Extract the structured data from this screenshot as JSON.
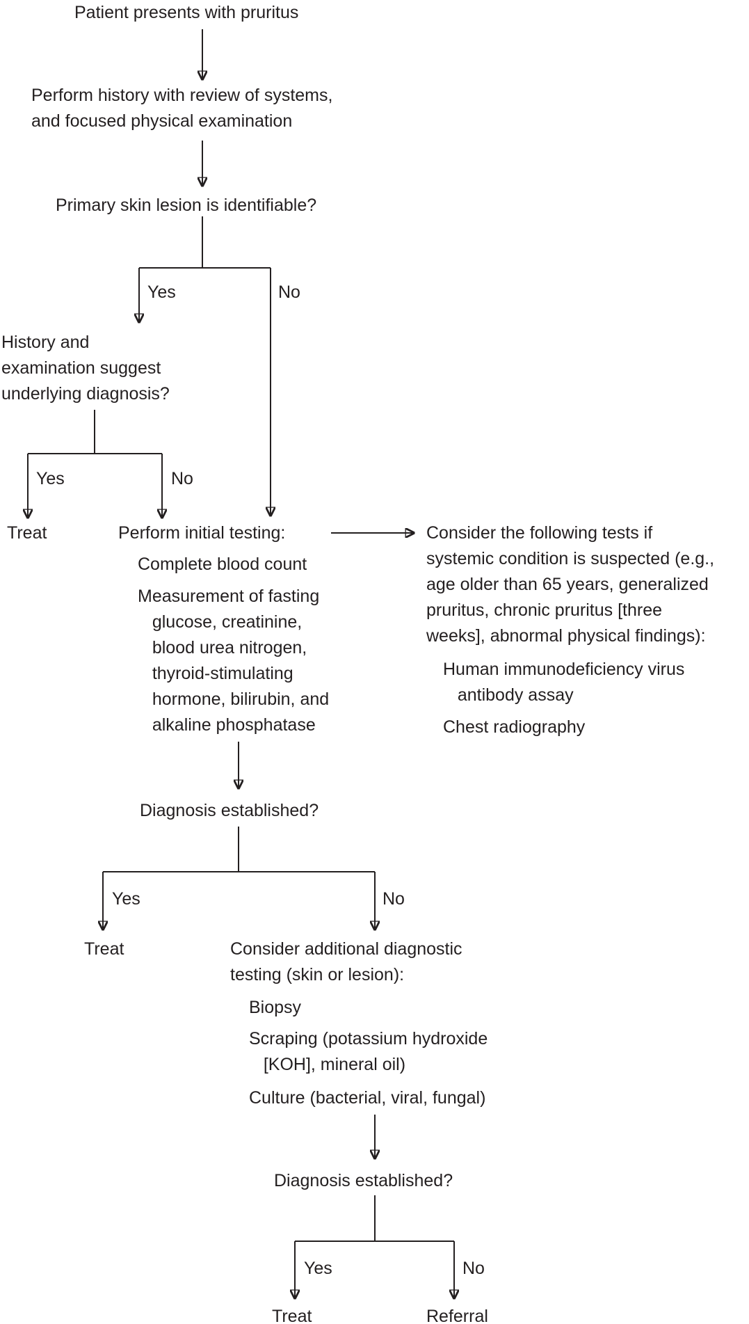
{
  "colors": {
    "text": "#231f20",
    "line": "#231f20",
    "background": "#ffffff"
  },
  "flowchart": {
    "start": "Patient presents with pruritus",
    "history": "Perform history with review of systems,\nand focused physical examination",
    "lesion_question": "Primary skin lesion is identifiable?",
    "branch1": {
      "yes": "Yes",
      "no": "No"
    },
    "underlying_question": "History and\nexamination suggest\nunderlying diagnosis?",
    "branch2": {
      "yes": "Yes",
      "no": "No"
    },
    "treat_1": "Treat",
    "initial_testing": {
      "title": "Perform initial testing:",
      "item_cbc": "Complete blood count",
      "item_measure": "Measurement of fasting\n   glucose, creatinine,\n   blood urea nitrogen,\n   thyroid-stimulating\n   hormone, bilirubin, and\n   alkaline phosphatase"
    },
    "systemic_tests": {
      "intro": "Consider the following tests if\nsystemic condition is suspected (e.g.,\nage older than 65 years, generalized\npruritus, chronic pruritus [three\nweeks], abnormal physical findings):",
      "item_hiv": "Human immunodeficiency virus\n   antibody assay",
      "item_chest": "Chest radiography"
    },
    "diagnosis_question_1": "Diagnosis established?",
    "branch3": {
      "yes": "Yes",
      "no": "No"
    },
    "treat_2": "Treat",
    "additional_testing": {
      "title": "Consider additional diagnostic\ntesting (skin or lesion):",
      "item_biopsy": "Biopsy",
      "item_scraping": "Scraping (potassium hydroxide\n   [KOH], mineral oil)",
      "item_culture": "Culture (bacterial, viral, fungal)"
    },
    "diagnosis_question_2": "Diagnosis established?",
    "branch4": {
      "yes": "Yes",
      "no": "No"
    },
    "treat_3": "Treat",
    "referral": "Referral"
  }
}
